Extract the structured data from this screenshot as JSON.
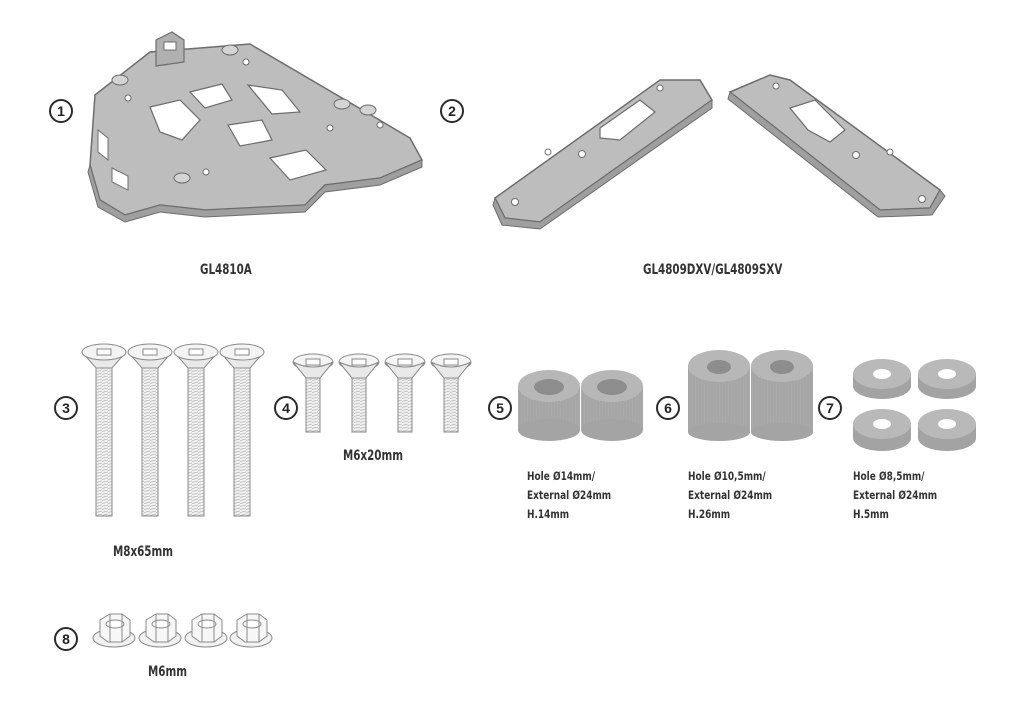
{
  "parts": [
    {
      "number": "1",
      "name": "GL4810A"
    },
    {
      "number": "2",
      "name": "GL4809DXV/GL4809SXV"
    },
    {
      "number": "3",
      "name": "M8x65mm"
    },
    {
      "number": "4",
      "name": "M6x20mm"
    },
    {
      "number": "5",
      "spec": [
        "Hole Ø14mm/",
        "External Ø24mm",
        "H.14mm"
      ]
    },
    {
      "number": "6",
      "spec": [
        "Hole Ø10,5mm/",
        "External Ø24mm",
        "H.26mm"
      ]
    },
    {
      "number": "7",
      "spec": [
        "Hole Ø8,5mm/",
        "External Ø24mm",
        "H.5mm"
      ]
    },
    {
      "number": "8",
      "name": "M6mm"
    }
  ]
}
